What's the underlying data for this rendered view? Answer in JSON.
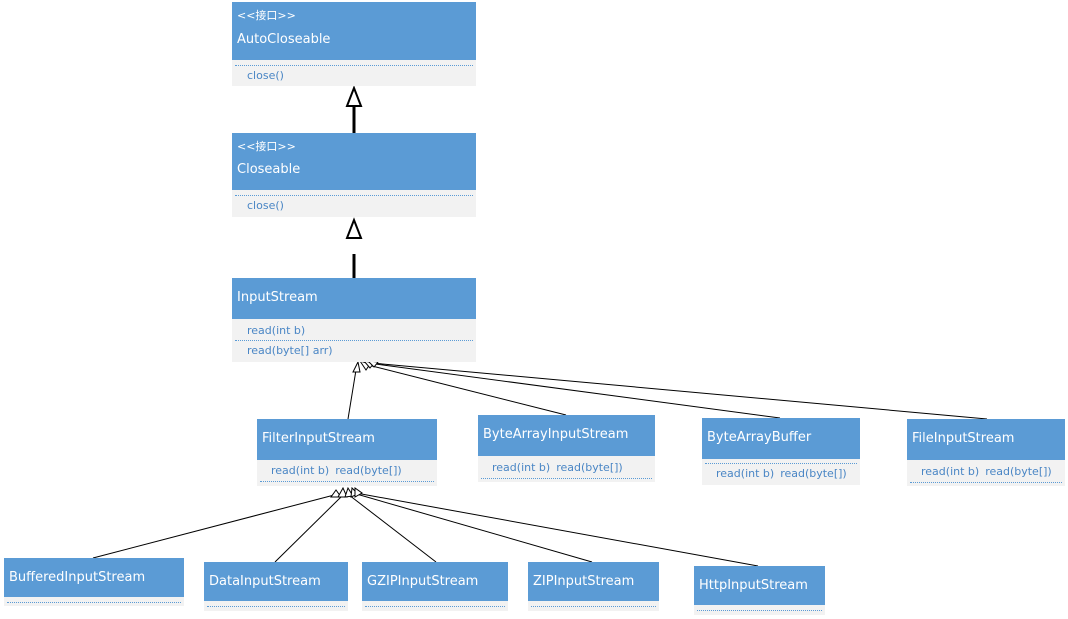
{
  "nodes": {
    "autocloseable": {
      "stereotype": "<<接口>>",
      "name": "AutoCloseable",
      "methods": [
        "close()"
      ]
    },
    "closeable": {
      "stereotype": "<<接口>>",
      "name": "Closeable",
      "methods": [
        "close()"
      ]
    },
    "inputstream": {
      "name": "InputStream",
      "methods": [
        "read(int b)",
        "read(byte[] arr)"
      ]
    },
    "filterinputstream": {
      "name": "FilterInputStream",
      "methods": [
        "read(int b)",
        "read(byte[])"
      ]
    },
    "bytearrayinputstream": {
      "name": "ByteArrayInputStream",
      "methods": [
        "read(int b)",
        "read(byte[])"
      ]
    },
    "bytearraybuffer": {
      "name": "ByteArrayBuffer",
      "methods": [
        "read(int b)",
        "read(byte[])"
      ]
    },
    "fileinputstream": {
      "name": "FileInputStream",
      "methods": [
        "read(int b)",
        "read(byte[])"
      ]
    },
    "bufferedinputstream": {
      "name": "BufferedInputStream",
      "methods": []
    },
    "datainputstream": {
      "name": "DataInputStream",
      "methods": []
    },
    "gzipinputstream": {
      "name": "GZIPInputStream",
      "methods": []
    },
    "zipinputstream": {
      "name": "ZIPInputStream",
      "methods": []
    },
    "httpinputstream": {
      "name": "HttpInputStream",
      "methods": []
    }
  },
  "colors": {
    "header": "#5b9bd5",
    "body": "#f2f2f2",
    "method_text": "#4a86c5",
    "edge": "#000000"
  },
  "edges": [
    {
      "from": "closeable",
      "to": "autocloseable",
      "type": "generalization"
    },
    {
      "from": "inputstream",
      "to": "closeable",
      "type": "generalization"
    },
    {
      "from": "filterinputstream",
      "to": "inputstream",
      "type": "generalization"
    },
    {
      "from": "bytearrayinputstream",
      "to": "inputstream",
      "type": "generalization"
    },
    {
      "from": "bytearraybuffer",
      "to": "inputstream",
      "type": "generalization"
    },
    {
      "from": "fileinputstream",
      "to": "inputstream",
      "type": "generalization"
    },
    {
      "from": "bufferedinputstream",
      "to": "filterinputstream",
      "type": "generalization"
    },
    {
      "from": "datainputstream",
      "to": "filterinputstream",
      "type": "generalization"
    },
    {
      "from": "gzipinputstream",
      "to": "filterinputstream",
      "type": "generalization"
    },
    {
      "from": "zipinputstream",
      "to": "filterinputstream",
      "type": "generalization"
    },
    {
      "from": "httpinputstream",
      "to": "filterinputstream",
      "type": "generalization"
    }
  ]
}
